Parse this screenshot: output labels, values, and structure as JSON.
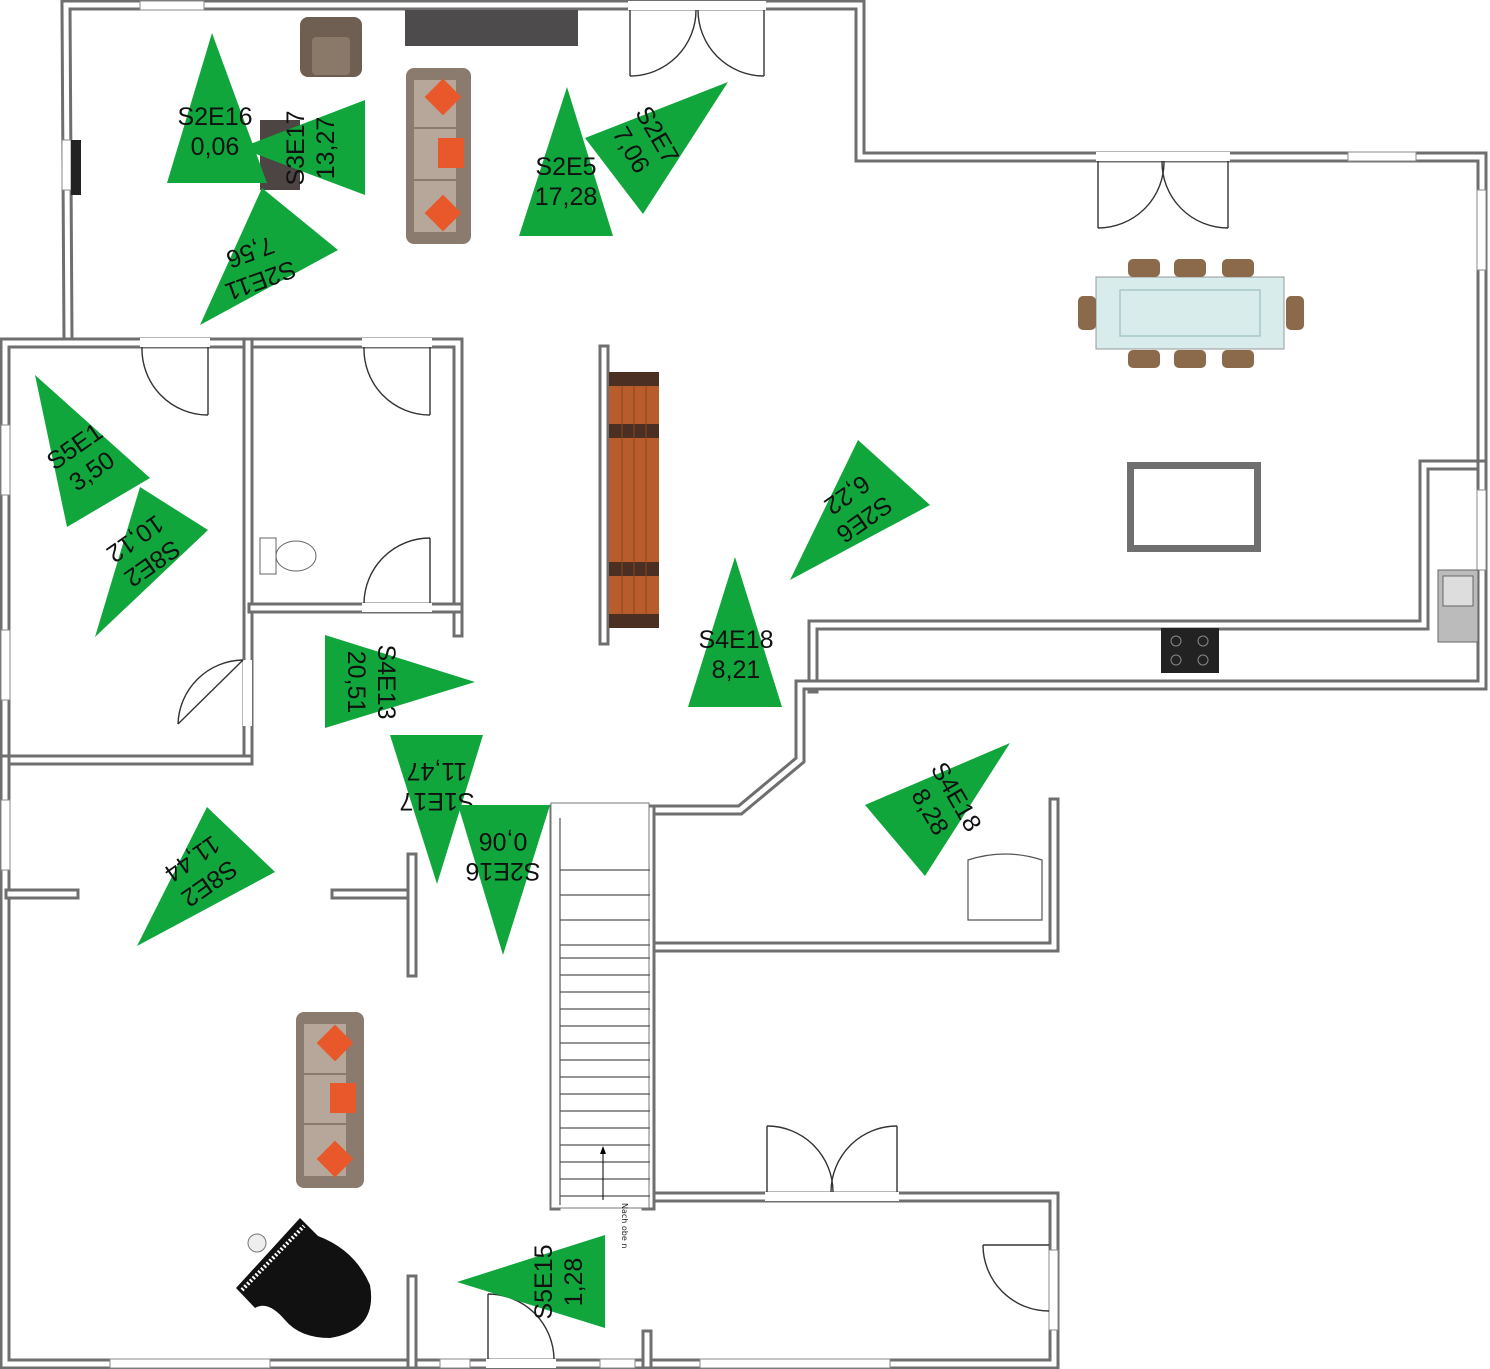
{
  "colors": {
    "wall": "#6f6f6f",
    "camera": "#10a63c",
    "label": "#111111",
    "cushion": "#e8582a",
    "sofa": "#a89a8c",
    "floor": "#ffffff"
  },
  "stairs_label": "Nach obe n",
  "cameras": [
    {
      "id": "S2E16",
      "value": "0,06"
    },
    {
      "id": "S3E17",
      "value": "13,27"
    },
    {
      "id": "S2E11",
      "value": "7,56"
    },
    {
      "id": "S2E5",
      "value": "17,28"
    },
    {
      "id": "S2E7",
      "value": "7,06"
    },
    {
      "id": "S5E1",
      "value": "3,50"
    },
    {
      "id": "S8E2",
      "value": "10,12"
    },
    {
      "id": "S2E6",
      "value": "6,22"
    },
    {
      "id": "S4E18",
      "value": "8,21"
    },
    {
      "id": "S4E13",
      "value": "20,51"
    },
    {
      "id": "S1E17",
      "value": "11,47"
    },
    {
      "id": "S2E16",
      "value": "0,06"
    },
    {
      "id": "S8E2",
      "value": "11,44"
    },
    {
      "id": "S4E18",
      "value": "8,28"
    },
    {
      "id": "S5E15",
      "value": "1,28"
    }
  ]
}
